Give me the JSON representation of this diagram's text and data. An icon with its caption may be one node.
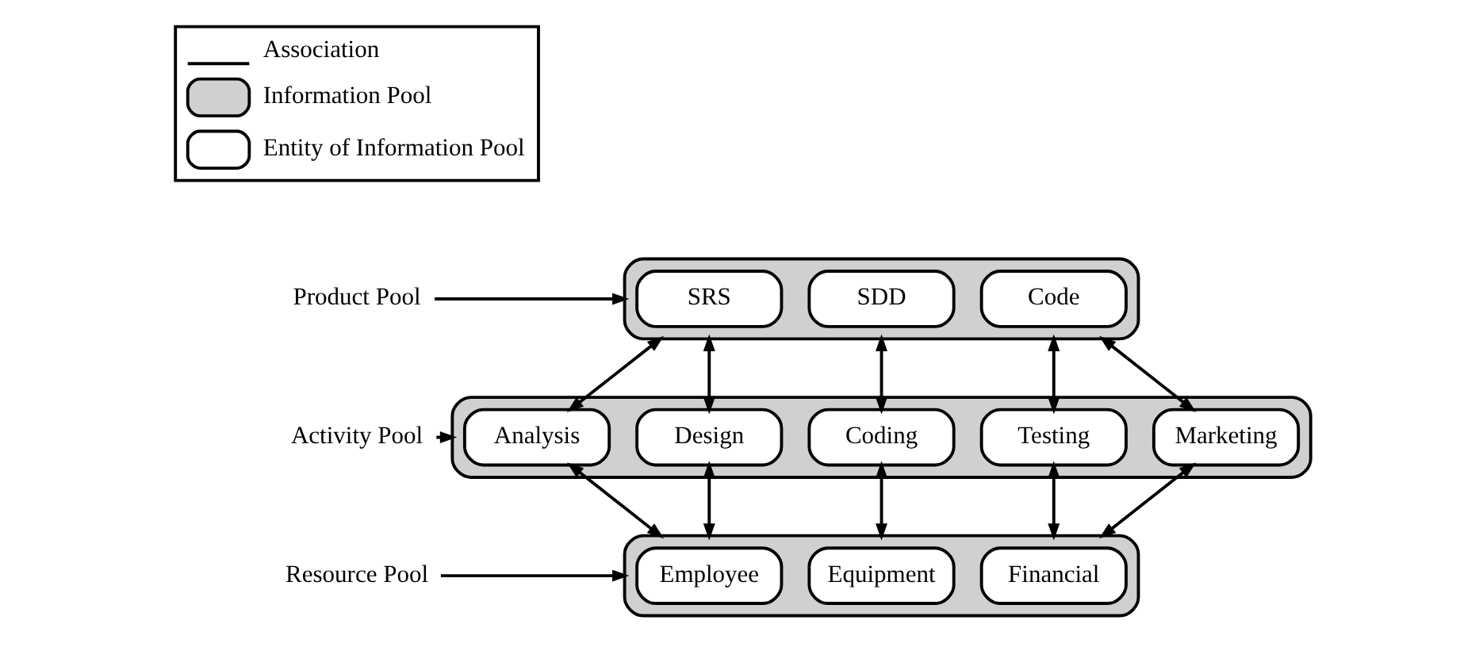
{
  "diagram": {
    "nodes": [
      {
        "text": [
          "Product Pool"
        ]
      },
      {
        "text": [],
        "shape": "box"
      },
      {
        "text": [
          "SRS"
        ],
        "in": 1
      },
      {
        "text": [
          "SDD"
        ],
        "in": 1
      },
      {
        "text": [
          "Code"
        ],
        "in": 1
      },
      {
        "text": [
          "Activity Pool"
        ]
      },
      {
        "text": [],
        "shape": "box"
      },
      {
        "text": [
          "Analysis"
        ],
        "in": 6
      },
      {
        "text": [
          "Design"
        ],
        "in": 6
      },
      {
        "text": [
          "Coding"
        ],
        "in": 6
      },
      {
        "text": [
          "Testing"
        ],
        "in": 6
      },
      {
        "text": [
          "Marketing"
        ],
        "in": 6
      },
      {
        "text": [
          "Resource Pool"
        ]
      },
      {
        "text": [],
        "shape": "box"
      },
      {
        "text": [
          "Employee"
        ],
        "in": 13
      },
      {
        "text": [
          "Equipment"
        ],
        "in": 13
      },
      {
        "text": [
          "Financial"
        ],
        "in": 13
      }
    ],
    "edges": [
      {
        "from": 0,
        "to": 1,
        "arrow": "to"
      },
      {
        "from": 5,
        "to": 6,
        "arrow": "to"
      },
      {
        "from": 12,
        "to": 13,
        "arrow": "to"
      },
      {
        "from": 1,
        "to": 7,
        "arrow": "both"
      },
      {
        "from": 1,
        "to": 8,
        "arrow": "both"
      },
      {
        "from": 1,
        "to": 9,
        "arrow": "both"
      },
      {
        "from": 1,
        "to": 10,
        "arrow": "both"
      },
      {
        "from": 1,
        "to": 11,
        "arrow": "both"
      },
      {
        "from": 7,
        "to": 13,
        "arrow": "both"
      },
      {
        "from": 8,
        "to": 13,
        "arrow": "both"
      },
      {
        "from": 9,
        "to": 13,
        "arrow": "both"
      },
      {
        "from": 10,
        "to": 13,
        "arrow": "both"
      },
      {
        "from": 11,
        "to": 13,
        "arrow": "both"
      }
    ],
    "legend": [
      {
        "text": "Association"
      },
      {
        "text": "Information Pool"
      },
      {
        "text": "Entity of Information Pool"
      }
    ]
  }
}
